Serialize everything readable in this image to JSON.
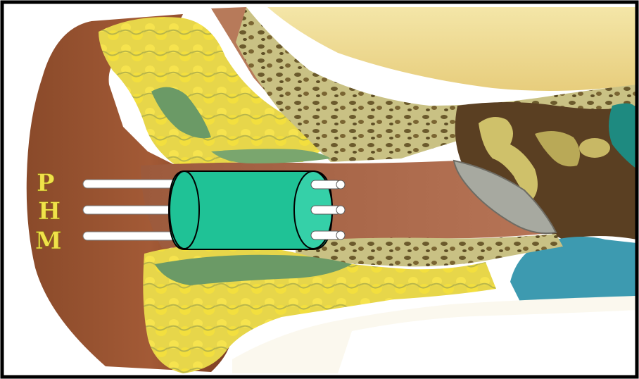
{
  "probe_labels": [
    "P",
    "H",
    "M"
  ],
  "colors": {
    "border": "#000000",
    "probe_body": "#1fc296",
    "probe_face": "#35d0a8",
    "probe_tube": "#ffffff",
    "label": "#f0e24a"
  }
}
